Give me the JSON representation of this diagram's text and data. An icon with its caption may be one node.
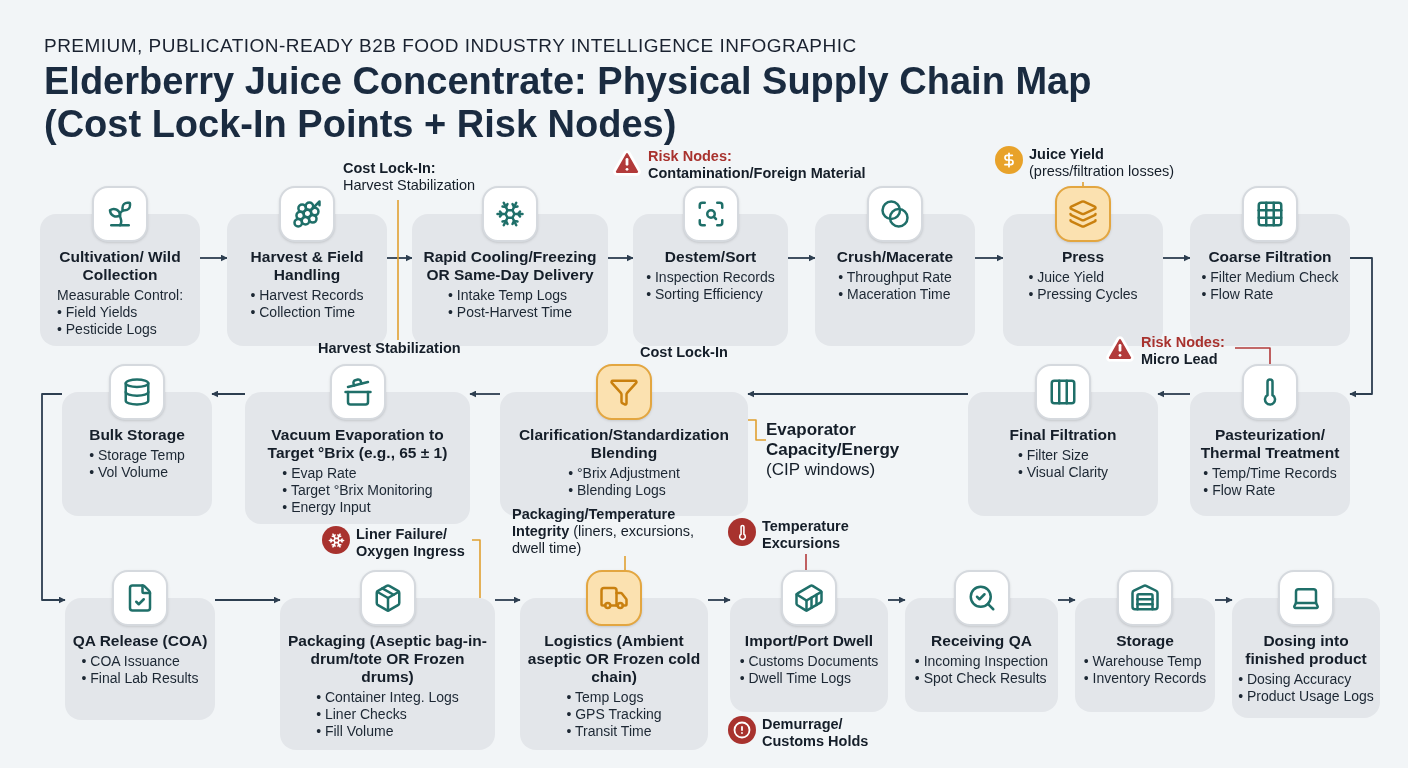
{
  "diagram": {
    "title": "Elderberry Juice Concentrate: Physical Supply Chain Map (Cost Lock-In Points + Risk Nodes)",
    "nodes": [
      {
        "text": [
          "Cultivation/ Wild Collection",
          "Measurable Control:",
          "• Field Yields",
          "• Pesticide Logs"
        ]
      },
      {
        "text": [
          "Harvest & Field Handling",
          "• Harvest Records",
          "• Collection Time"
        ]
      },
      {
        "text": [
          "Rapid Cooling/Freezing OR Same-Day Delivery",
          "• Intake Temp Logs",
          "• Post-Harvest Time"
        ]
      },
      {
        "text": [
          "Destem/Sort",
          "• Inspection Records",
          "• Sorting Efficiency"
        ]
      },
      {
        "text": [
          "Crush/Macerate",
          "• Throughput Rate",
          "• Maceration Time"
        ]
      },
      {
        "text": [
          "Press",
          "• Juice Yield",
          "• Pressing Cycles"
        ]
      },
      {
        "text": [
          "Coarse Filtration",
          "• Filter Medium Check",
          "• Flow Rate"
        ]
      },
      {
        "text": [
          "Pasteurization/ Thermal Treatment",
          "• Temp/Time Records",
          "• Flow Rate"
        ]
      },
      {
        "text": [
          "Final Filtration",
          "• Filter Size",
          "• Visual Clarity"
        ]
      },
      {
        "text": [
          "Clarification/Standardization Blending",
          "• °Brix Adjustment",
          "• Blending Logs"
        ]
      },
      {
        "text": [
          "Vacuum Evaporation to Target °Brix (e.g., 65 ± 1)",
          "• Evap Rate",
          "• Target °Brix Monitoring",
          "• Energy Input"
        ]
      },
      {
        "text": [
          "Bulk Storage",
          "• Storage Temp",
          "• Vol Volume"
        ]
      },
      {
        "text": [
          "QA Release (COA)",
          "• COA Issuance",
          "• Final Lab Results"
        ]
      },
      {
        "text": [
          "Packaging (Aseptic bag-in-drum/tote OR Frozen drums)",
          "• Container Integ. Logs",
          "• Liner Checks",
          "• Fill Volume"
        ]
      },
      {
        "text": [
          "Logistics (Ambient aseptic OR Frozen cold chain)",
          "• Temp Logs",
          "• GPS Tracking",
          "• Transit Time"
        ]
      },
      {
        "text": [
          "Import/Port Dwell",
          "• Customs Documents",
          "• Dwell Time Logs"
        ]
      },
      {
        "text": [
          "Receiving QA",
          "• Incoming Inspection",
          "• Spot Check Results"
        ]
      },
      {
        "text": [
          "Storage",
          "• Warehouse Temp",
          "• Inventory Records"
        ]
      },
      {
        "text": [
          "Dosing into finished product",
          "• Dosing Accuracy",
          "• Product Usage Logs"
        ]
      },
      {
        "text": [
          "Cost Lock-In:",
          "Harvest Stabilization"
        ]
      },
      {
        "text": [
          "Risk Nodes:",
          "Contamination/Foreign Material"
        ]
      },
      {
        "text": [
          "Juice Yield",
          "(press/filtration losses)"
        ]
      },
      {
        "text": [
          "Risk Nodes:",
          "Micro Lead"
        ]
      },
      {
        "text": [
          "Harvest Stabilization"
        ]
      },
      {
        "text": [
          "Cost Lock-In"
        ]
      },
      {
        "text": [
          "Evaporator Capacity/Energy",
          "(CIP windows)"
        ]
      },
      {
        "text": [
          "Liner Failure/ Oxygen Ingress"
        ]
      },
      {
        "text": [
          "**Packaging/Temperature Integrity** (liners, excursions, dwell time)"
        ]
      },
      {
        "text": [
          "Temperature Excursions"
        ]
      },
      {
        "text": [
          "Demurrage/ Customs Holds"
        ]
      }
    ],
    "edges": [
      {
        "from": 0,
        "to": 1,
        "arrow": "to"
      },
      {
        "from": 1,
        "to": 2,
        "arrow": "to"
      },
      {
        "from": 2,
        "to": 3,
        "arrow": "to"
      },
      {
        "from": 3,
        "to": 4,
        "arrow": "to"
      },
      {
        "from": 4,
        "to": 5,
        "arrow": "to"
      },
      {
        "from": 5,
        "to": 6,
        "arrow": "to"
      },
      {
        "from": 6,
        "to": 7,
        "arrow": "to"
      },
      {
        "from": 7,
        "to": 8,
        "arrow": "to"
      },
      {
        "from": 8,
        "to": 9,
        "arrow": "to"
      },
      {
        "from": 9,
        "to": 10,
        "arrow": "to"
      },
      {
        "from": 10,
        "to": 11,
        "arrow": "to"
      },
      {
        "from": 11,
        "to": 12,
        "arrow": "to"
      },
      {
        "from": 12,
        "to": 13,
        "arrow": "to"
      },
      {
        "from": 13,
        "to": 14,
        "arrow": "to"
      },
      {
        "from": 14,
        "to": 15,
        "arrow": "to"
      },
      {
        "from": 15,
        "to": 16,
        "arrow": "to"
      },
      {
        "from": 16,
        "to": 17,
        "arrow": "to"
      },
      {
        "from": 17,
        "to": 18,
        "arrow": "to"
      },
      {
        "from": 19,
        "to": 23,
        "arrow": "none",
        "color": "#e0a030"
      },
      {
        "from": 21,
        "to": 5,
        "arrow": "none",
        "color": "#e0a030"
      },
      {
        "from": 22,
        "to": 7,
        "arrow": "none",
        "color": "#b23a3a"
      },
      {
        "from": 25,
        "to": 9,
        "arrow": "none",
        "color": "#e0a030"
      },
      {
        "from": 26,
        "to": 13,
        "arrow": "none",
        "color": "#e0a030"
      },
      {
        "from": 27,
        "to": 14,
        "arrow": "none",
        "color": "#e0a030"
      },
      {
        "from": 28,
        "to": 15,
        "arrow": "none",
        "color": "#b23a3a"
      }
    ],
    "labels": [
      "PREMIUM, PUBLICATION-READY B2B FOOD INDUSTRY INTELLIGENCE INFOGRAPHIC"
    ]
  }
}
